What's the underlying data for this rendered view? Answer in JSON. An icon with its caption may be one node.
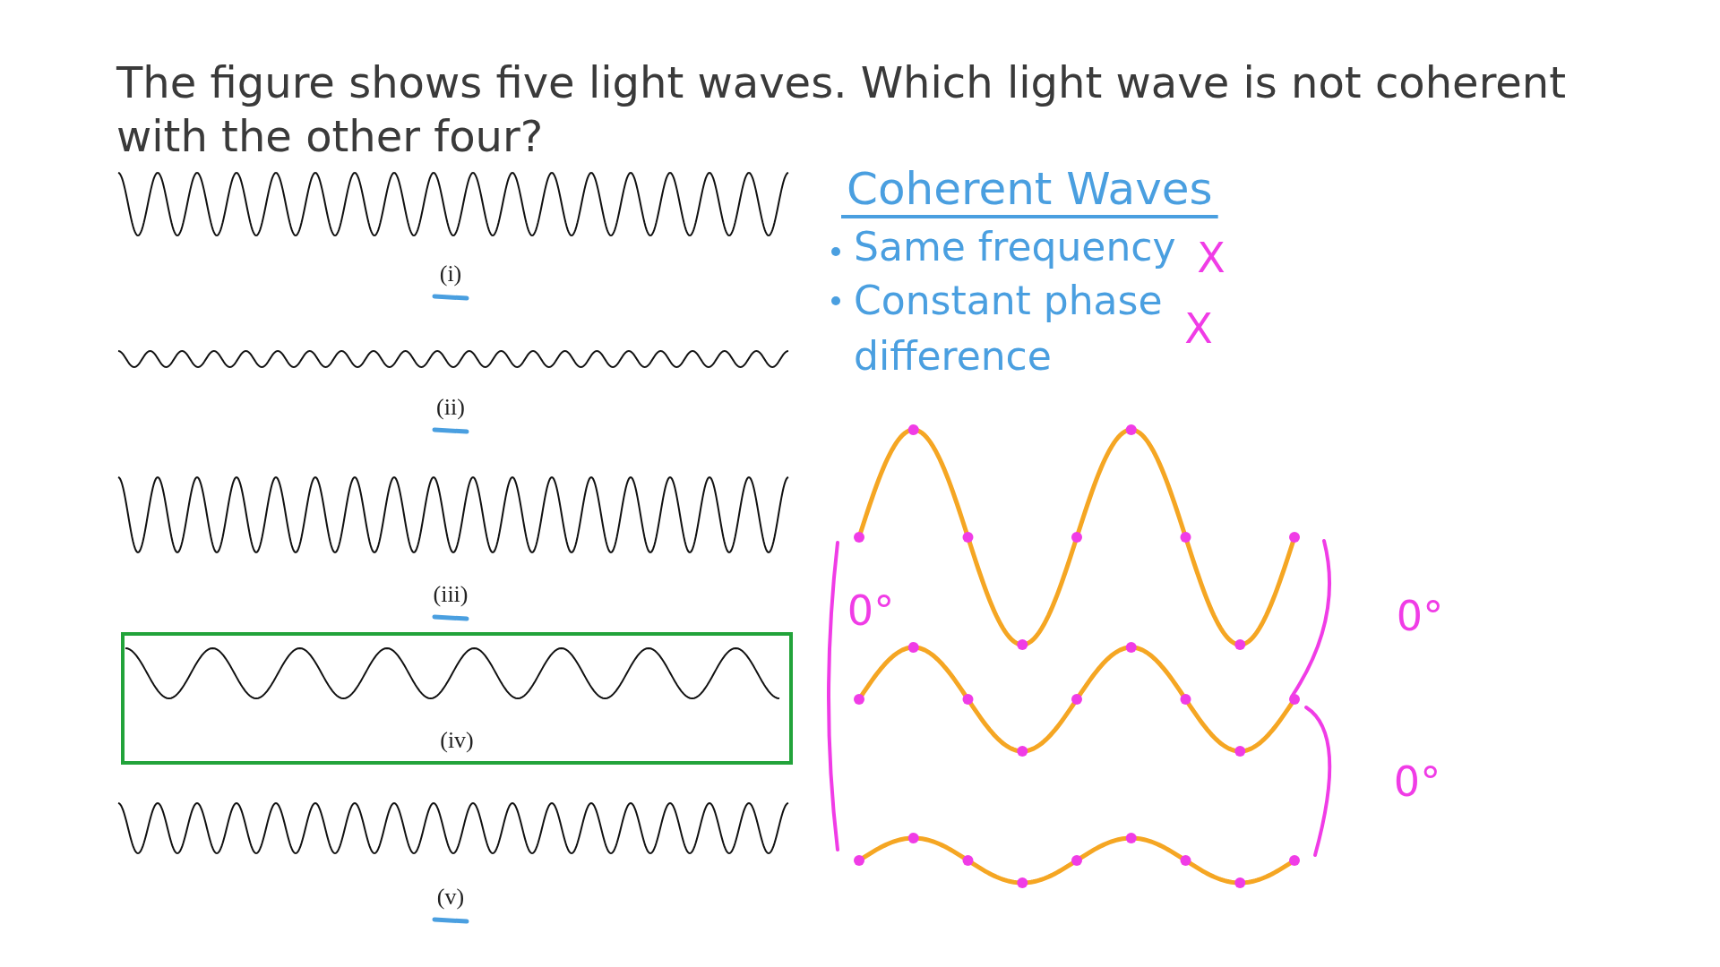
{
  "diagram": {
    "title": "The figure shows five light waves. Which light wave is not coherent with the other four?",
    "nodes": [
      {
        "text": [
          "(iv)"
        ]
      }
    ],
    "edges": [],
    "labels": [
      "Coherent Waves",
      "Same frequency",
      "X",
      "Constant phase difference",
      "X",
      "(i)",
      "(ii)",
      "(iii)",
      "0°",
      "0°",
      "0°",
      "(v)"
    ]
  }
}
